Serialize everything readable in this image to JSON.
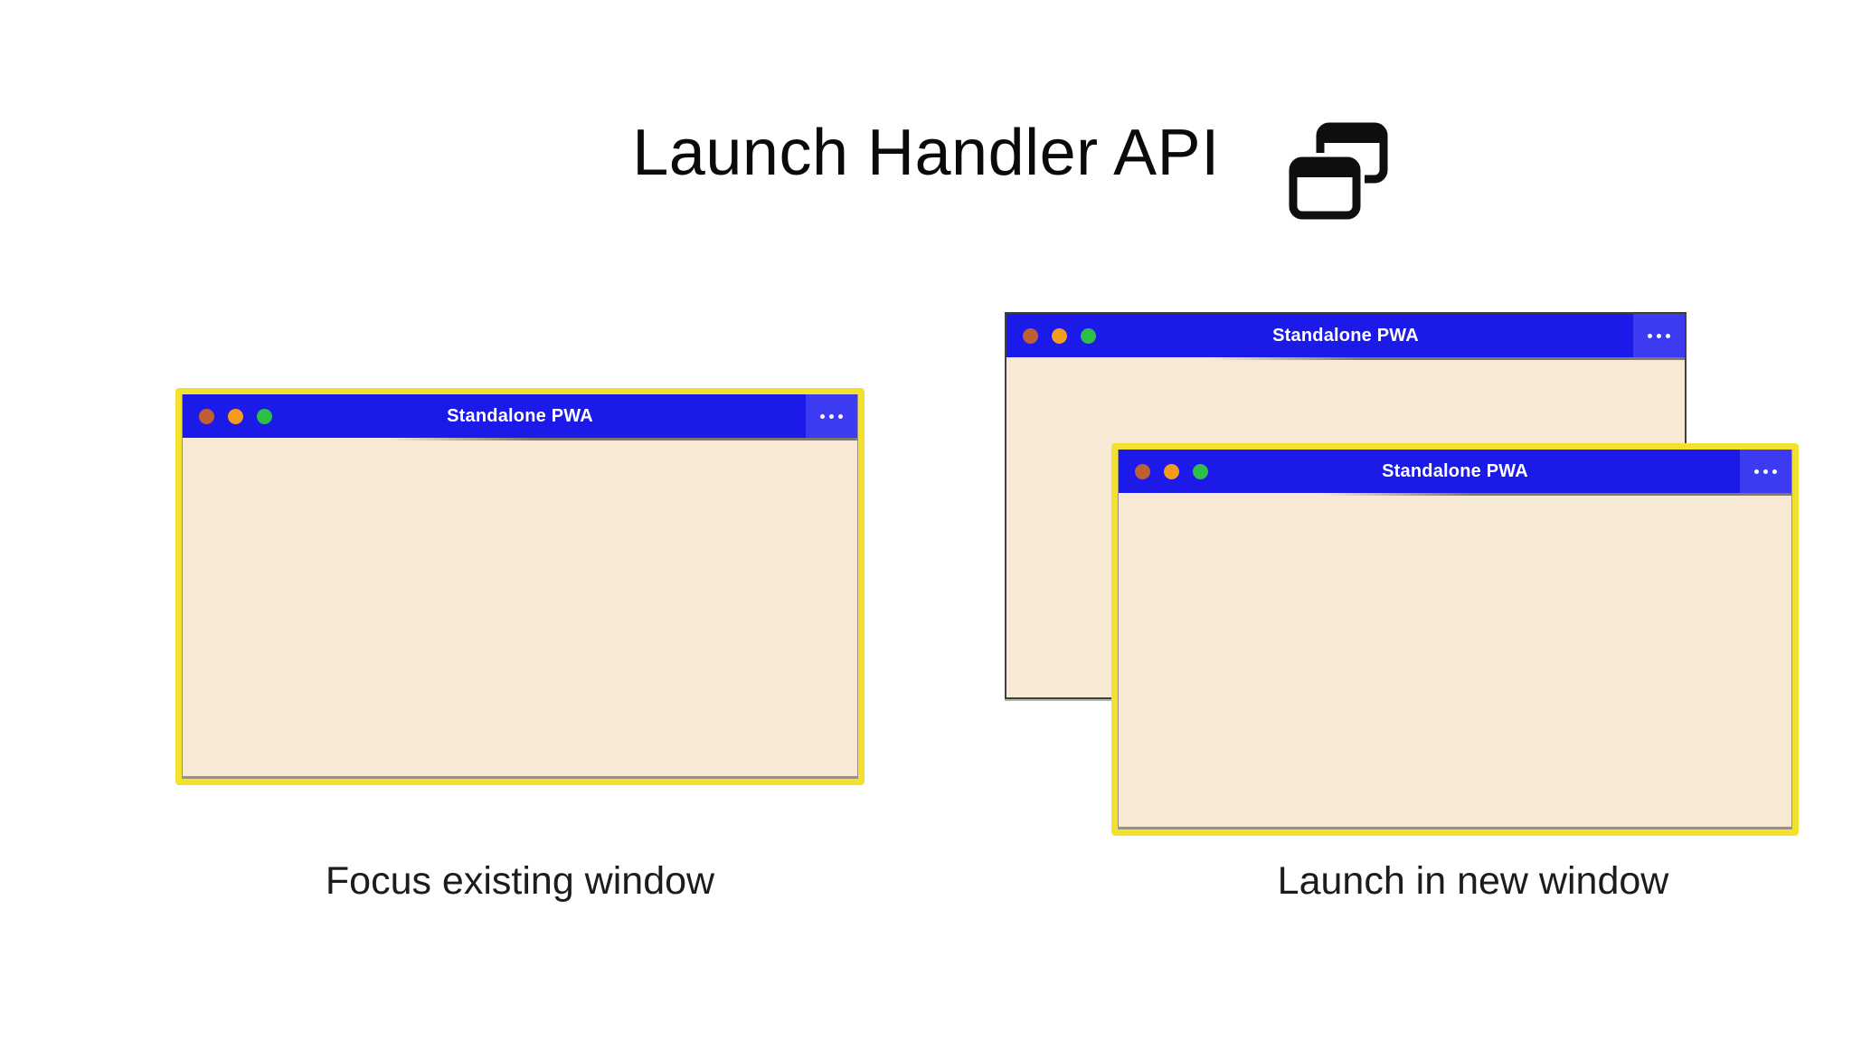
{
  "page": {
    "title": "Launch Handler API"
  },
  "icons": {
    "title_icon": "overlapping-windows-icon",
    "window_menu_icon": "ellipsis-icon",
    "window_control_icons": [
      "close-dot-icon",
      "minimize-dot-icon",
      "zoom-dot-icon"
    ]
  },
  "colors": {
    "titlebar_blue": "#1b1ae9",
    "menu_blue": "#3c3bf2",
    "window_body": "#f8e9d4",
    "highlight_yellow": "#f3e12d",
    "frame_gray": "#9a9183",
    "back_window_border": "#3f3f3f",
    "dot_red": "#c05f33",
    "dot_orange": "#f59b1b",
    "dot_green": "#2dbf47",
    "window_title_text": "#ffffff",
    "heading_text": "#0a0a0a",
    "caption_text": "#1c1c1e",
    "page_background": "#ffffff"
  },
  "windows": {
    "left": {
      "title": "Standalone PWA",
      "highlighted": true
    },
    "right_back": {
      "title": "Standalone PWA",
      "highlighted": false
    },
    "right_front": {
      "title": "Standalone PWA",
      "highlighted": true
    }
  },
  "captions": {
    "left": "Focus existing window",
    "right": "Launch in new window"
  }
}
